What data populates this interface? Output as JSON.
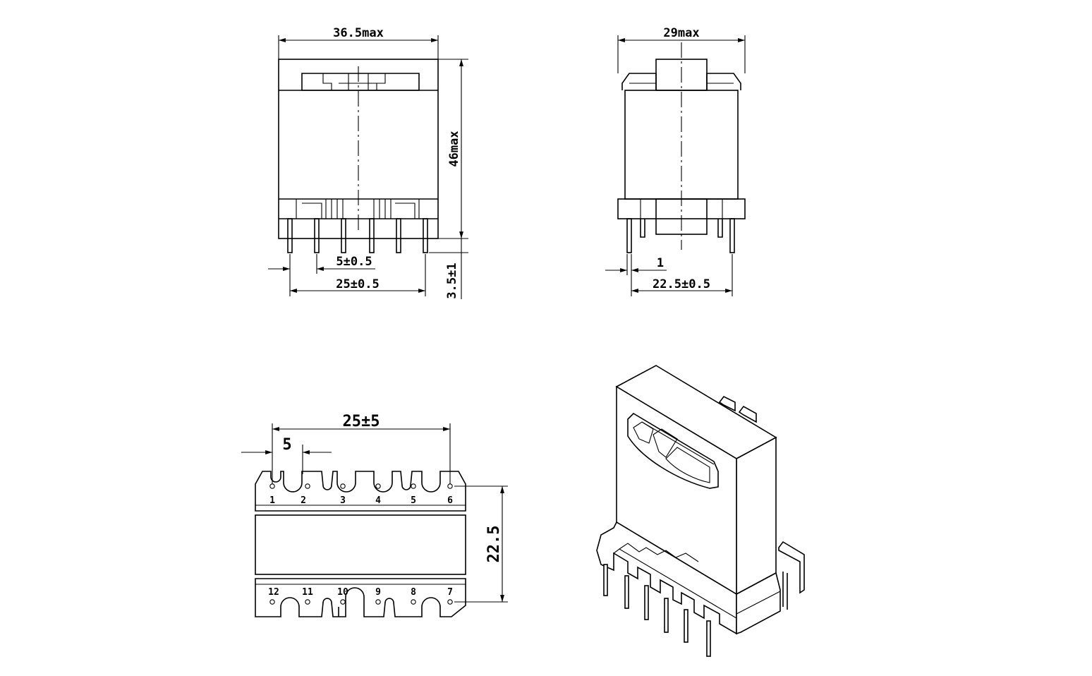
{
  "dimensions": {
    "front_width": "36.5max",
    "front_height": "46max",
    "front_pin_pitch": "5±0.5",
    "front_pin_span": "25±0.5",
    "pin_length": "3.5±1",
    "side_width": "29max",
    "side_pin_dia": "1",
    "side_pin_row": "22.5±0.5",
    "bottom_pin_span": "25±5",
    "bottom_pitch": "5",
    "bottom_row_spacing": "22.5"
  },
  "pins_top": [
    "1",
    "2",
    "3",
    "4",
    "5",
    "6"
  ],
  "pins_bottom": [
    "12",
    "11",
    "10",
    "9",
    "8",
    "7"
  ]
}
